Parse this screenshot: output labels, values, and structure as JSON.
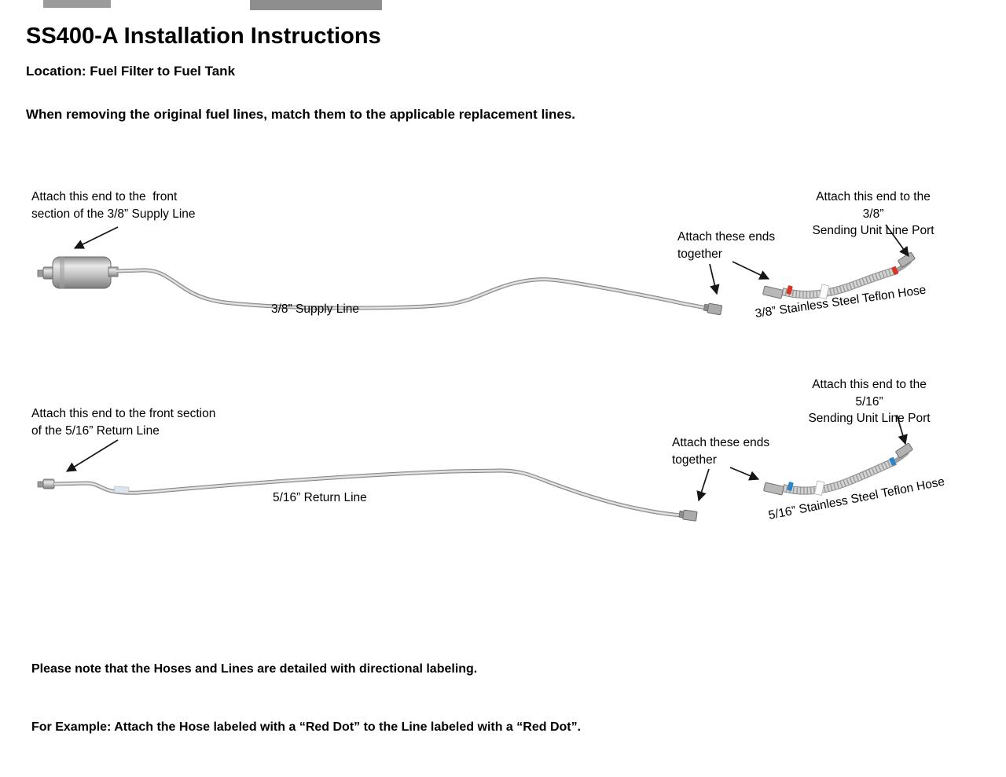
{
  "header": {
    "title": "SS400-A Installation Instructions",
    "location": "Location: Fuel Filter to Fuel Tank",
    "instruction": "When removing the original fuel lines, match them to the applicable replacement lines."
  },
  "supply": {
    "callout_front": "Attach this end to the  front\nsection of the 3/8” Supply Line",
    "callout_ends": "Attach these ends\ntogether",
    "callout_port": "Attach this end to the 3/8”\nSending Unit Line Port",
    "line_label": "3/8” Supply Line",
    "hose_label": "3/8” Stainless Steel Teflon Hose",
    "dot_color": "#d93425"
  },
  "return": {
    "callout_front": "Attach this end to the front section\nof the 5/16” Return Line",
    "callout_ends": "Attach these ends\ntogether",
    "callout_port": "Attach this end to the 5/16”\nSending Unit Line Port",
    "line_label": "5/16” Return Line",
    "hose_label": "5/16” Stainless Steel Teflon Hose",
    "dot_color": "#2e86c8"
  },
  "footer": {
    "note_line1": "Please note that the Hoses and Lines are detailed with directional labeling.",
    "note_line2": "For Example: Attach the Hose labeled with a “Red Dot” to the Line labeled with a “Red Dot”."
  }
}
